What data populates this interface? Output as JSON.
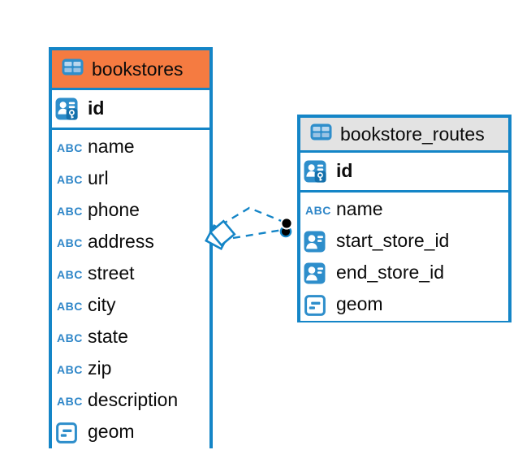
{
  "diagram": {
    "background": "#ffffff",
    "accent_color": "#1485C7",
    "icon_blue": "#2E8ECB",
    "icons": {
      "text_type_label": "ABC"
    },
    "tables": [
      {
        "name": "bookstores",
        "header_background": "#F57B41",
        "primary_key": {
          "name": "id"
        },
        "columns": [
          {
            "name": "name",
            "type_icon": "text-type-icon"
          },
          {
            "name": "url",
            "type_icon": "text-type-icon"
          },
          {
            "name": "phone",
            "type_icon": "text-type-icon"
          },
          {
            "name": "address",
            "type_icon": "text-type-icon"
          },
          {
            "name": "street",
            "type_icon": "text-type-icon"
          },
          {
            "name": "city",
            "type_icon": "text-type-icon"
          },
          {
            "name": "state",
            "type_icon": "text-type-icon"
          },
          {
            "name": "zip",
            "type_icon": "text-type-icon"
          },
          {
            "name": "description",
            "type_icon": "text-type-icon"
          },
          {
            "name": "geom",
            "type_icon": "geometry-type-icon"
          }
        ]
      },
      {
        "name": "bookstore_routes",
        "header_background": "#E3E3E3",
        "primary_key": {
          "name": "id"
        },
        "columns": [
          {
            "name": "name",
            "type_icon": "text-type-icon"
          },
          {
            "name": "start_store_id",
            "type_icon": "reference-type-icon"
          },
          {
            "name": "end_store_id",
            "type_icon": "reference-type-icon"
          },
          {
            "name": "geom",
            "type_icon": "geometry-type-icon"
          }
        ]
      }
    ],
    "relationship": {
      "style": "dashed",
      "color": "#1485C7",
      "line_count": 2,
      "source_marker": "stacked-diamonds",
      "target_marker": "stacked-dots"
    }
  }
}
